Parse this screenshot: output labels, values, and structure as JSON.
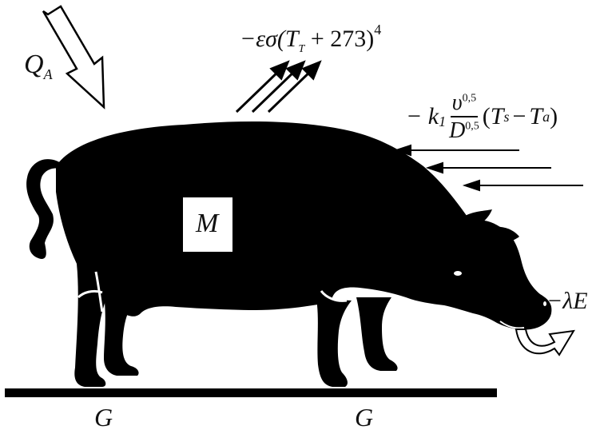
{
  "labels": {
    "solar_input": {
      "main": "Q",
      "sub": "A"
    },
    "metabolism": "M",
    "ground_left": "G",
    "ground_right": "G",
    "radiation": {
      "prefix": "−εσ(",
      "var": "T",
      "sub": "T",
      "suffix": " + 273)",
      "power": "4"
    },
    "convection": {
      "minus_k": "− k",
      "k_sub": "1",
      "num_base": "υ",
      "num_exp": "0,5",
      "den_base": "D",
      "den_exp": "0,5",
      "paren_open": "(",
      "ts": "T",
      "ts_sub": "s",
      "minus": "−",
      "ta": "T",
      "ta_sub": "a",
      "paren_close": ")"
    },
    "evaporation": "−λE"
  },
  "colors": {
    "silhouette": "#000000",
    "background": "#ffffff",
    "box": "#ffffff"
  }
}
